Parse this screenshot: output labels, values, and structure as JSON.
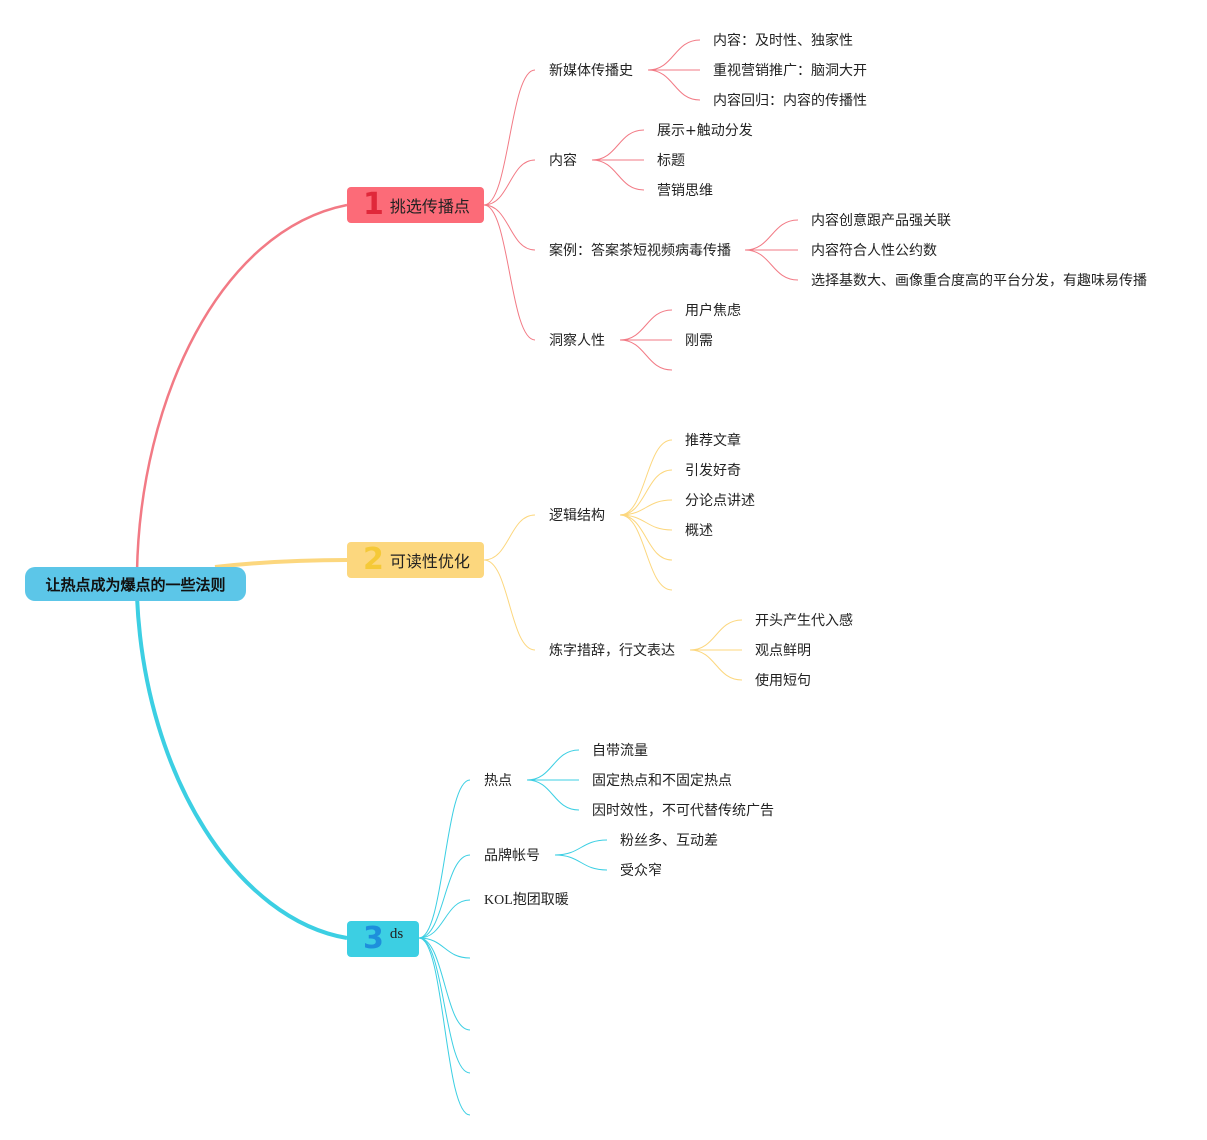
{
  "root": {
    "label": "让热点成为爆点的一些法则"
  },
  "colors": {
    "branch1": "#f27a85",
    "branch2": "#fcd77e",
    "branch3": "#3ccfe3",
    "root": "#5cc6e8",
    "num1": "#e0283a",
    "num2": "#f5c938",
    "num3": "#1e8fdc"
  },
  "branch1": {
    "num": "1",
    "label": "挑选传播点",
    "items": [
      {
        "label": "新媒体传播史",
        "children": [
          "内容：及时性、独家性",
          "重视营销推广：脑洞大开",
          "内容回归：内容的传播性"
        ]
      },
      {
        "label": "内容",
        "children": [
          "展示+触动分发",
          "标题",
          "营销思维"
        ]
      },
      {
        "label": "案例：答案茶短视频病毒传播",
        "children": [
          "内容创意跟产品强关联",
          "内容符合人性公约数",
          "选择基数大、画像重合度高的平台分发，有趣味易传播"
        ]
      },
      {
        "label": "洞察人性",
        "children": [
          "用户焦虑",
          "刚需"
        ]
      }
    ]
  },
  "branch2": {
    "num": "2",
    "label": "可读性优化",
    "items": [
      {
        "label": "逻辑结构",
        "children": [
          "推荐文章",
          "引发好奇",
          "分论点讲述",
          "概述"
        ]
      },
      {
        "label": "炼字措辞，行文表达",
        "children": [
          "开头产生代入感",
          "观点鲜明",
          "使用短句"
        ]
      }
    ]
  },
  "branch3": {
    "num": "3",
    "label": "ds",
    "items": [
      {
        "label": "热点",
        "children": [
          "自带流量",
          "固定热点和不固定热点",
          "因时效性，不可代替传统广告"
        ]
      },
      {
        "label": "品牌帐号",
        "children": [
          "粉丝多、互动差",
          "受众窄"
        ]
      },
      {
        "label": "KOL抱团取暖",
        "children": []
      }
    ]
  }
}
